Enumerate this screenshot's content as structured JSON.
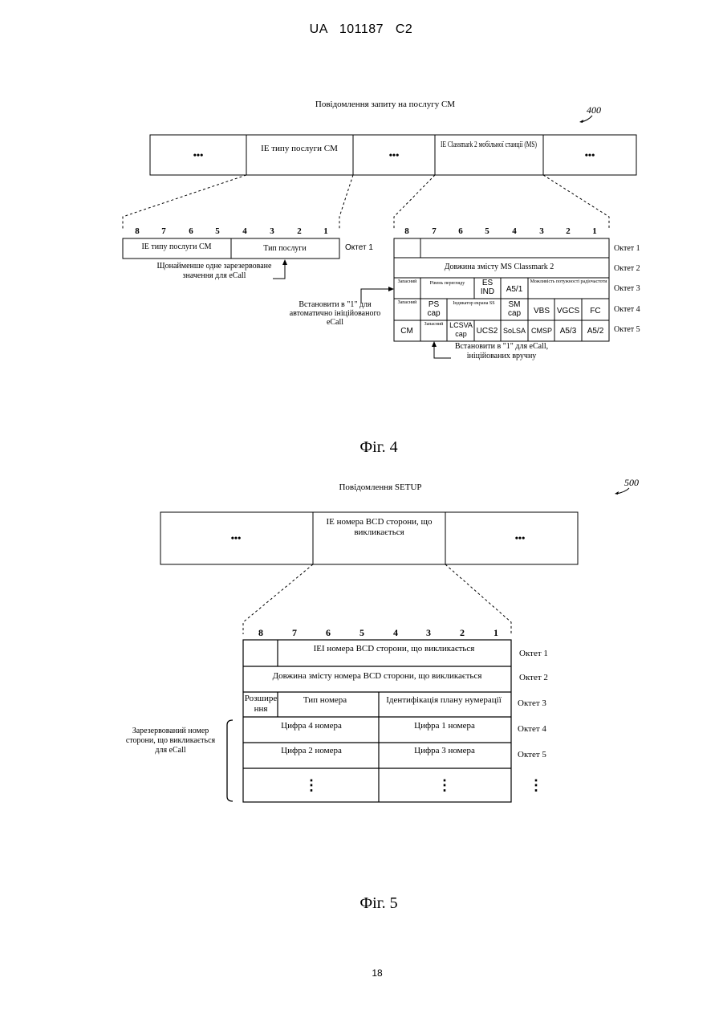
{
  "header": {
    "patent_id": "UA   101187   C2"
  },
  "page_number": "18",
  "fig4": {
    "title": "Повідомлення запиту на послугу CM",
    "ref": "400",
    "top_boxes": [
      "•••",
      "IE типу послуги CM",
      "•••",
      "IE Classmark 2 мобільної станції (MS)",
      "•••"
    ],
    "left_bits": [
      "8",
      "7",
      "6",
      "5",
      "4",
      "3",
      "2",
      "1"
    ],
    "left_row": {
      "a": "IE типу послуги CM",
      "b": "Тип послуги",
      "octet": "Октет 1"
    },
    "left_note": "Щонайменше одне зарезервоване значення для eCall",
    "right_bits": [
      "8",
      "7",
      "6",
      "5",
      "4",
      "3",
      "2",
      "1"
    ],
    "octets": [
      "Октет 1",
      "Октет 2",
      "Октет 3",
      "Октет 4",
      "Октет 5"
    ],
    "row2": "Довжина змісту MS Classmark 2",
    "row3": [
      "Запасний",
      "Рівень перегляду",
      "ES IND",
      "A5/1",
      "Можливість потужності радіочастоти"
    ],
    "row4": [
      "Запасний",
      "PS cap",
      "Індикатор екрана SS",
      "SM cap",
      "VBS",
      "VGCS",
      "FC"
    ],
    "row5": [
      "CM",
      "Запасний",
      "LCSVA cap",
      "UCS2",
      "SoLSA",
      "CMSP",
      "A5/3",
      "A5/2"
    ],
    "note_auto": "Встановити в \"1\" для автоматично ініційованого eCall",
    "note_manual": "Встановити в \"1\" для eCall, ініційованих вручну",
    "caption": "Фіг. 4"
  },
  "fig5": {
    "title": "Повідомлення SETUP",
    "ref": "500",
    "top_boxes": [
      "•••",
      "IE номера BCD сторони, що викликається",
      "•••"
    ],
    "bits": [
      "8",
      "7",
      "6",
      "5",
      "4",
      "3",
      "2",
      "1"
    ],
    "octets": [
      "Октет 1",
      "Октет 2",
      "Октет 3",
      "Октет 4",
      "Октет 5"
    ],
    "row1": "IEI номера BCD сторони, що викликається",
    "row2": "Довжина змісту номера BCD сторони, що викликається",
    "row3": [
      "Розширення",
      "Тип номера",
      "Ідентифікація плану нумерації"
    ],
    "row4": [
      "Цифра 4 номера",
      "Цифра 1 номера"
    ],
    "row5": [
      "Цифра 2 номера",
      "Цифра 3 номера"
    ],
    "dots": "⋮",
    "side_note": "Зарезервований номер сторони, що викликається для eCall",
    "caption": "Фіг. 5"
  }
}
